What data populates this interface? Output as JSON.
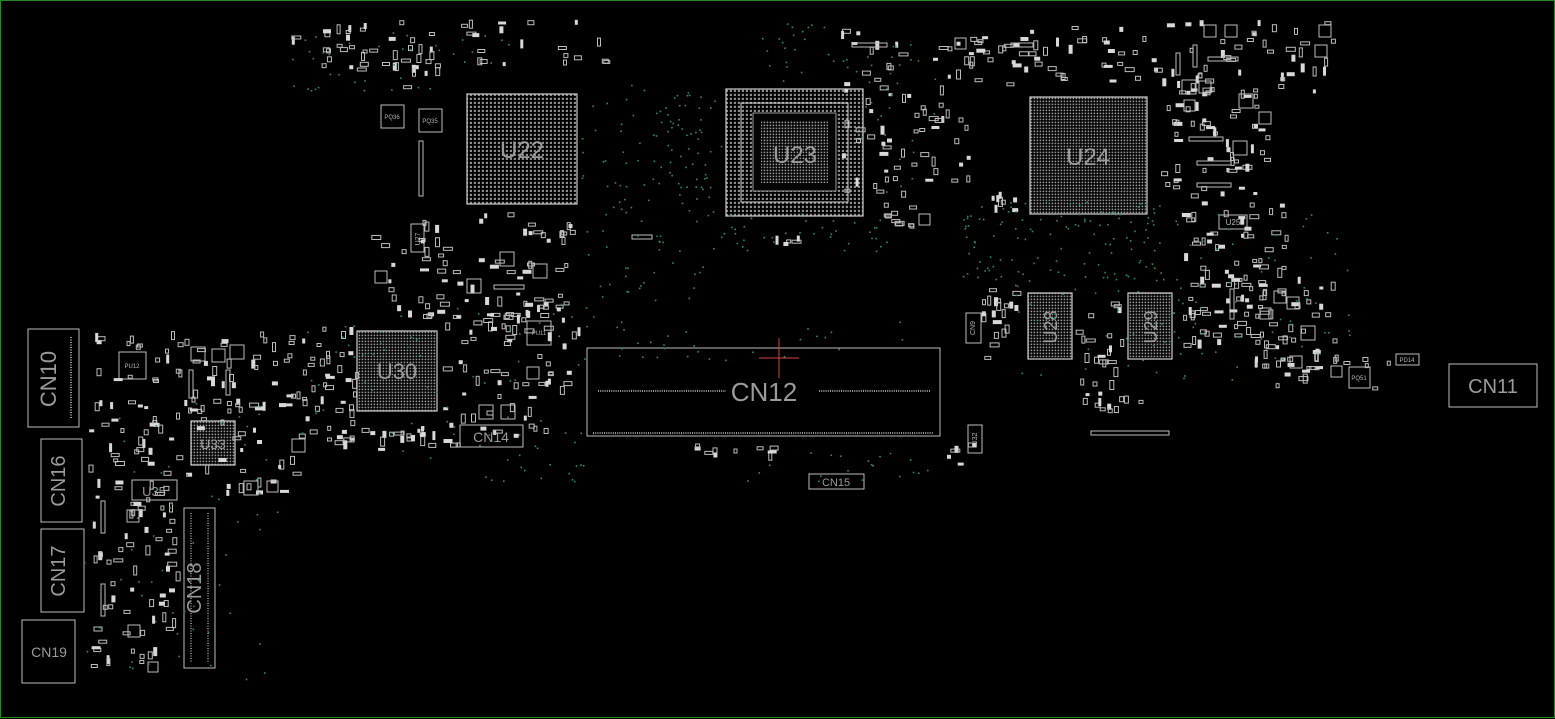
{
  "board": {
    "big_labels": {
      "u22": "U22",
      "u23": "U23",
      "u24": "U24",
      "u30": "U30",
      "u33": "U33",
      "u28": "U28",
      "u29": "U29",
      "cn10": "CN10",
      "cn16": "CN16",
      "cn17": "CN17",
      "cn18": "CN18",
      "cn19": "CN19",
      "cn12": "CN12",
      "cn11": "CN11",
      "cn14": "CN14",
      "cn15": "CN15",
      "u35": "U35"
    },
    "small_labels": {
      "u25": "U25",
      "u27": "U27",
      "u32": "U32",
      "cn9": "CN9",
      "pu11": "PU11",
      "pu12": "PU12",
      "pd14": "PD14",
      "pq51": "PQ51",
      "pq35": "PQ35",
      "pq36": "PQ36"
    },
    "colors": {
      "background": "#000000",
      "border": "#1f8a1f",
      "outline": "#bdbdbd",
      "via": "#2e8b6e",
      "cursor": "#d0453f"
    }
  }
}
